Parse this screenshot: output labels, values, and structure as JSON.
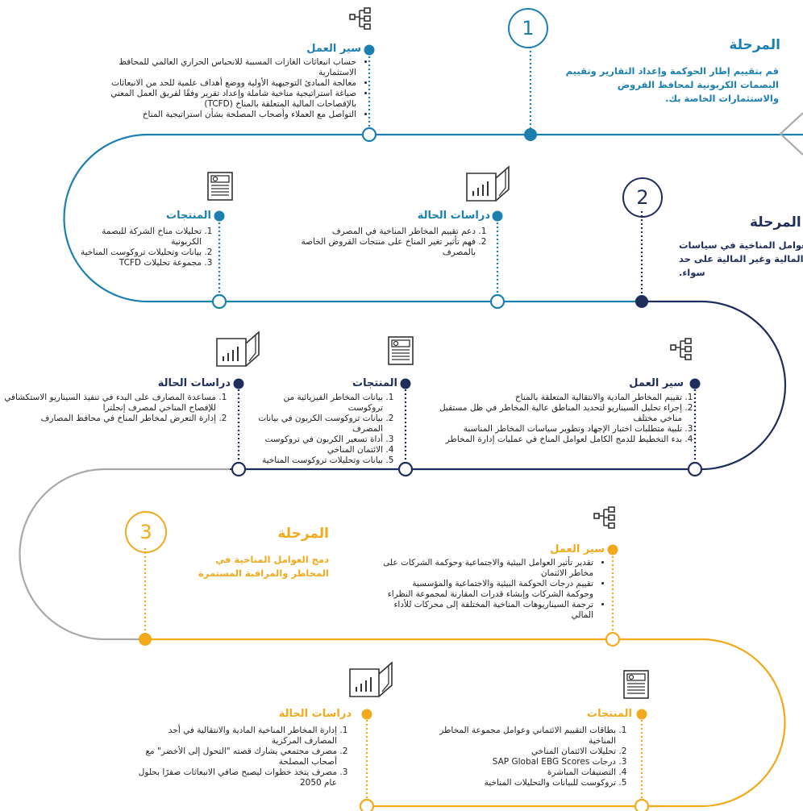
{
  "colors": {
    "teal": "#1b7fb0",
    "navy": "#1f2d5c",
    "gold": "#f2a91c",
    "gray": "#a9a9a9"
  },
  "icons": {
    "workflow": "workflow-icon",
    "products": "document-icon",
    "cases": "chart-book-icon"
  },
  "phase1": {
    "number": "1",
    "title": "المرحلة",
    "desc": "قم بتقييم إطار الحوكمة وإعداد التقارير وتقييم البصمات الكربونية لمحافظ القروض والاستثمارات الخاصة بك.",
    "workflow": {
      "title": "سير العمل",
      "items": [
        "حساب انبعاثات الغازات المسببة للانحباس الحراري العالمي للمحافظ الاستثمارية",
        "معالجة المبادئ التوجيهية الأولية ووضع أهداف علمية للحد من الانبعاثات",
        "صياغة استراتيجية مناخية شاملة وإعداد تقرير وفقًا لفريق العمل المعني بالإفصاحات المالية المتعلقة بالمناخ (TCFD)",
        "التواصل مع العملاء وأصحاب المصلحة بشأن استراتيجية المناخ"
      ]
    },
    "cases": {
      "title": "دراسات الحالة",
      "items": [
        "دعم تقييم المخاطر المناخية في المصرف",
        "فهم تأثير تغير المناخ على منتجات القروض الخاصة بالمصرف"
      ]
    },
    "products": {
      "title": "المنتجات",
      "items": [
        "تحليلات مناخ الشركة للبصمة الكربونية",
        "بيانات وتحليلات تروكوست المناخية",
        "مجموعة تحليلات TCFD"
      ]
    }
  },
  "phase2": {
    "number": "2",
    "title": "المرحلة",
    "desc": "دمج العوامل المناخية في سياسات المخاطر، المالية وغير المالية على حد سواء.",
    "workflow": {
      "title": "سير العمل",
      "items": [
        "تقييم المخاطر المادية والانتقالية المتعلقة بالمناخ",
        "إجراء تحليل السيناريو لتحديد المناطق عالية المخاطر في ظل مستقبل مناخي مختلف",
        "تلبية متطلبات اختبار الإجهاد وتطوير سياسات المخاطر المناسبة",
        "بدء التخطيط للدمج الكامل لعوامل المناخ في عمليات إدارة المخاطر"
      ]
    },
    "products": {
      "title": "المنتجات",
      "items": [
        "بيانات المخاطر الفيزيائية من تروكوست",
        "بيانات تروكوست الكربون في بيانات المصرف",
        "أداة تسعير الكربون في تروكوست",
        "الائتمان المناخي",
        "بيانات وتحليلات تروكوست المناخية"
      ]
    },
    "cases": {
      "title": "دراسات الحالة",
      "items": [
        "مساعدة المصارف على البدء في تنفيذ السيناريو الاستكشافي للإفصاح المناخي لمصرف إنجلترا",
        "إدارة التعرض لمخاطر المناخ في محافظ المصارف"
      ]
    }
  },
  "phase3": {
    "number": "3",
    "title": "المرحلة",
    "desc": "دمج العوامل المناخية في المخاطر والمراقبة المستمرة",
    "workflow": {
      "title": "سير العمل",
      "items": [
        "تقدير تأثير العوامل البيئية والاجتماعية وحوكمة الشركات على مخاطر الائتمان",
        "تقييم درجات الحوكمة البيئية والاجتماعية والمؤسسية وحوكمة الشركات وإنشاء قدرات المقارنة لمجموعة النظراء",
        "ترجمة السيناريوهات المناخية المختلفة إلى محركات للأداء المالي"
      ]
    },
    "products": {
      "title": "المنتجات",
      "items": [
        "بطاقات التقييم الائتماني وعوامل مجموعة المخاطر المناخية",
        "تحليلات الائتمان المناخي",
        "درجات SAP Global EBG Scores",
        "التصنيفات المباشرة",
        "تروكوست للبيانات والتحليلات المناخية"
      ]
    },
    "cases": {
      "title": "دراسات الحالة",
      "items": [
        "إدارة المخاطر المناخية المادية والانتقالية في أحد المصارف المركزية",
        "مصرف مجتمعي يشارك قصته \"التحول إلى الأخضر\" مع أصحاب المصلحة",
        "مصرف يتخذ خطوات ليصبح صافي الانبعاثات صفرًا بحلول عام 2050"
      ]
    }
  }
}
